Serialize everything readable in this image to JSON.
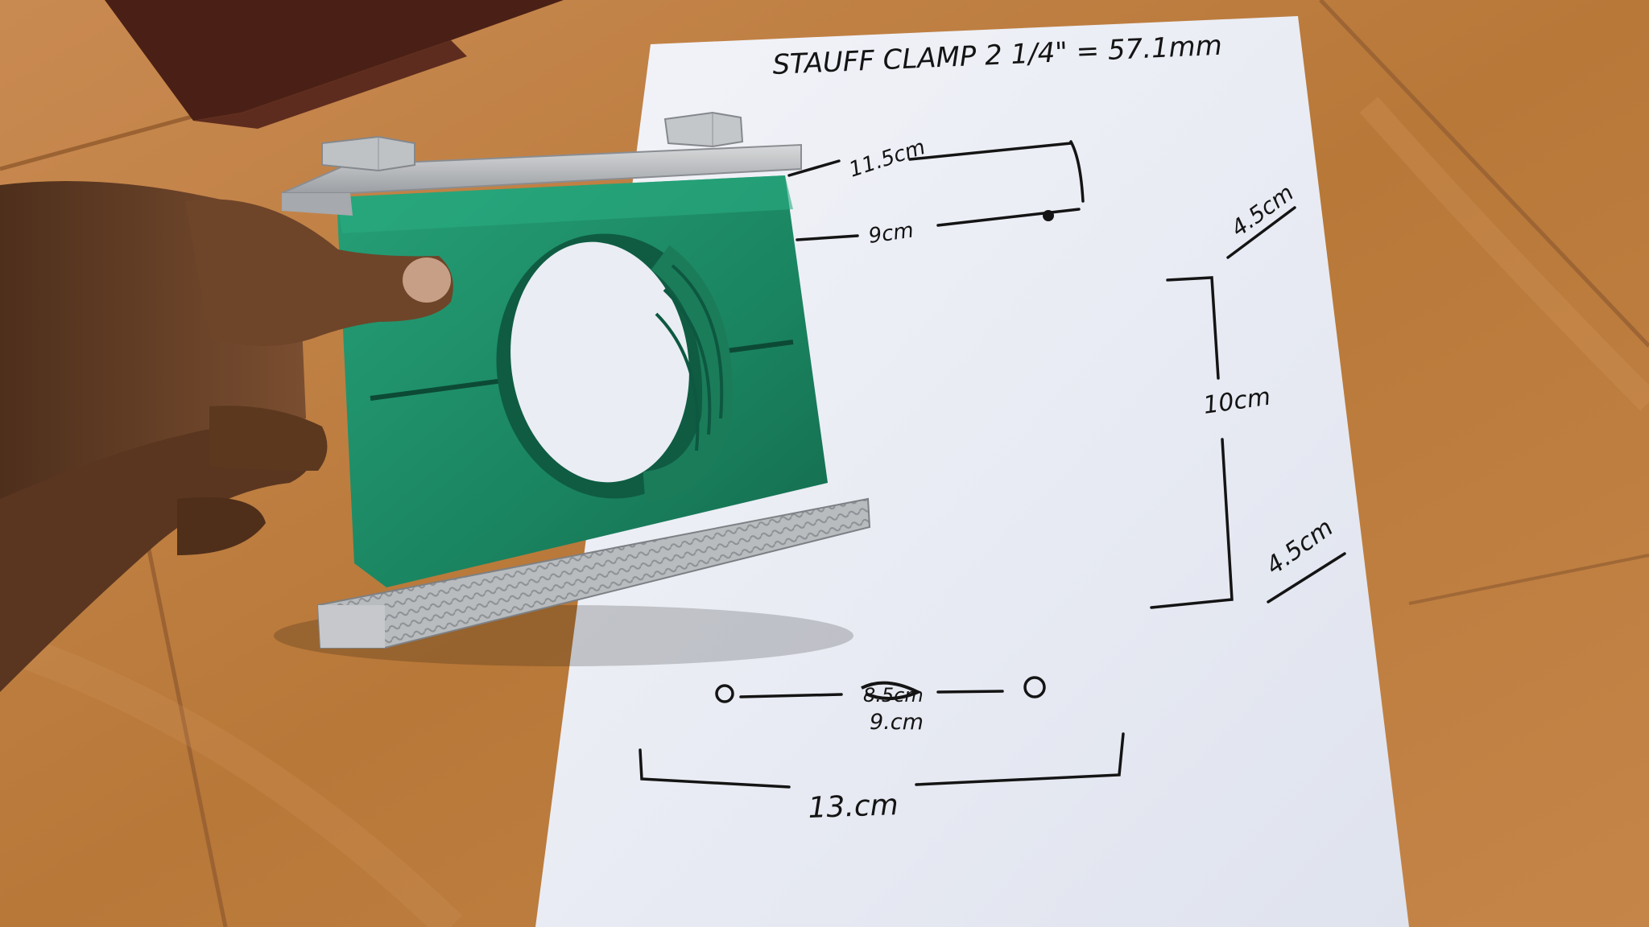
{
  "paper_notes": {
    "title": "STAUFF CLAMP 2 1/4\" = 57.1mm",
    "top_length": "11.5cm",
    "top_inner": "9cm",
    "side_top_margin": "4.5cm",
    "side_height": "10cm",
    "side_bottom_margin": "4.5cm",
    "hole_spacing_crossed": "8.5cm",
    "hole_spacing": "9.cm",
    "base_width": "13.cm"
  },
  "colors": {
    "floor_tile": "#c2824a",
    "paper": "#eceff6",
    "clamp_green": "#1e8a66",
    "steel_plate": "#b9bcbf",
    "ink": "#141414",
    "skin": "#6a4328"
  }
}
